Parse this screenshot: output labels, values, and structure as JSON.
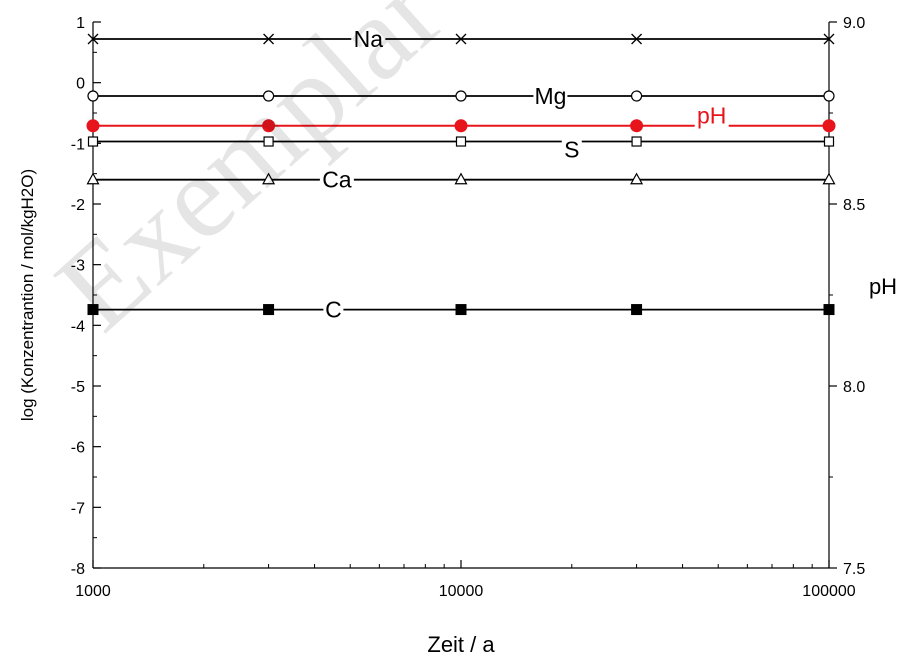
{
  "chart_data": {
    "type": "line",
    "title": "",
    "xlabel": "Zeit / a",
    "ylabel": "log (Konzentrantion / mol/kgH2O)",
    "y2label": "pH",
    "x_scale": "log",
    "xlim": [
      1000,
      100000
    ],
    "ylim": [
      -8,
      1
    ],
    "y2lim": [
      7.5,
      9.0
    ],
    "x_ticks": [
      1000,
      10000,
      100000
    ],
    "x_tick_labels": [
      "1000",
      "10000",
      "100000"
    ],
    "y_ticks": [
      1,
      0,
      -1,
      -2,
      -3,
      -4,
      -5,
      -6,
      -7,
      -8
    ],
    "y_tick_labels": [
      "1",
      "0",
      "-1",
      "-2",
      "-3",
      "-4",
      "-5",
      "-6",
      "-7",
      "-8"
    ],
    "y2_ticks": [
      9.0,
      8.5,
      8.0,
      7.5
    ],
    "y2_tick_labels": [
      "9.0",
      "8.5",
      "8.0",
      "7.5"
    ],
    "grid": false,
    "x": [
      1000,
      3000,
      10000,
      30000,
      100000
    ],
    "series": [
      {
        "name": "Na",
        "axis": "left",
        "marker": "x",
        "color": "#000000",
        "values": [
          0.72,
          0.72,
          0.72,
          0.72,
          0.72
        ]
      },
      {
        "name": "Mg",
        "axis": "left",
        "marker": "circle-open",
        "color": "#000000",
        "values": [
          -0.22,
          -0.22,
          -0.22,
          -0.22,
          -0.22
        ]
      },
      {
        "name": "S",
        "axis": "left",
        "marker": "square-open",
        "color": "#000000",
        "values": [
          -0.97,
          -0.97,
          -0.97,
          -0.97,
          -0.97
        ]
      },
      {
        "name": "Ca",
        "axis": "left",
        "marker": "triangle-open",
        "color": "#000000",
        "values": [
          -1.6,
          -1.6,
          -1.6,
          -1.6,
          -1.6
        ]
      },
      {
        "name": "C",
        "axis": "left",
        "marker": "square-filled",
        "color": "#000000",
        "values": [
          -3.74,
          -3.74,
          -3.74,
          -3.74,
          -3.74
        ]
      },
      {
        "name": "pH",
        "axis": "right",
        "marker": "circle-filled",
        "color": "#e8141c",
        "values": [
          8.715,
          8.715,
          8.715,
          8.715,
          8.715
        ]
      }
    ],
    "watermark": "Exemplar für"
  }
}
